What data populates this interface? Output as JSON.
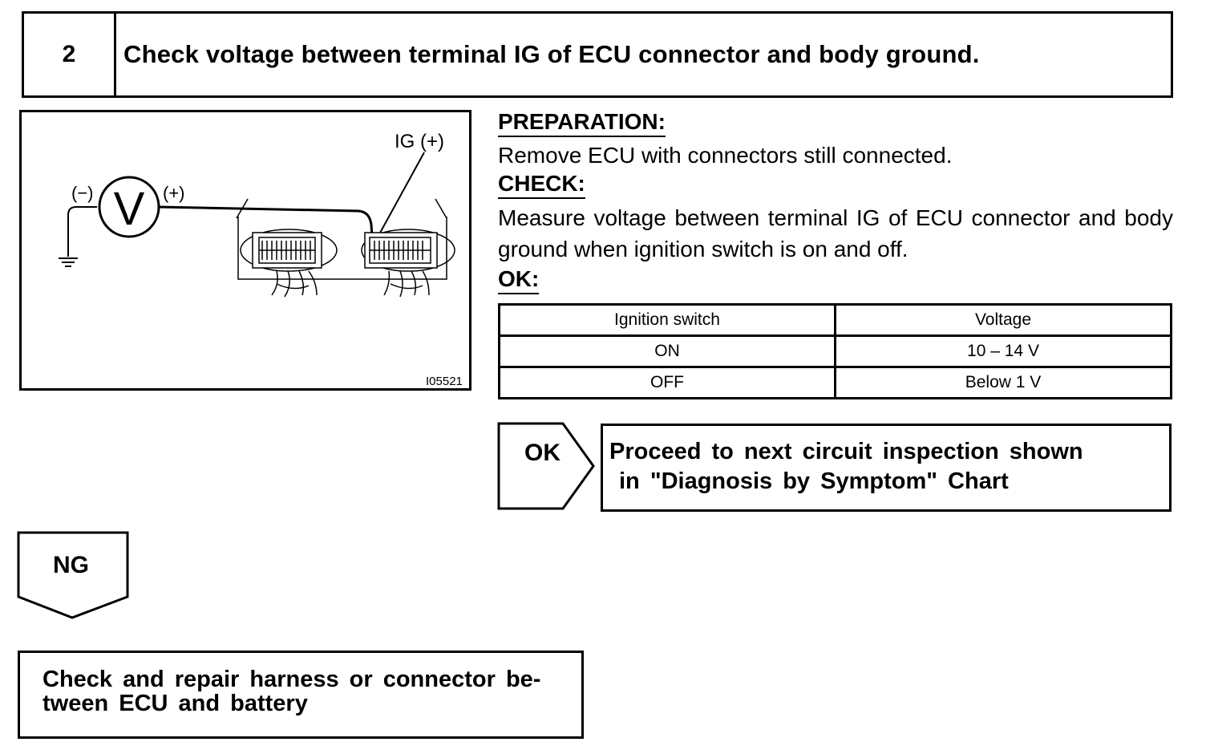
{
  "step": {
    "number": "2",
    "title": "Check voltage between terminal IG of ECU connector and body ground."
  },
  "diagram": {
    "meter_symbol": "V",
    "negative_label": "(−)",
    "positive_label": "(+)",
    "terminal_label": "IG (+)",
    "figure_code": "I05521",
    "icons": [
      "voltmeter-icon",
      "ground-symbol-icon",
      "ecu-connector-icon"
    ]
  },
  "preparation": {
    "heading": "PREPARATION:",
    "text": "Remove ECU with connectors still connected."
  },
  "check": {
    "heading": "CHECK:",
    "text": "Measure voltage between terminal IG of ECU connector and body ground when ignition switch is on and off."
  },
  "ok_spec": {
    "heading": "OK:",
    "columns": [
      "Ignition switch",
      "Voltage"
    ],
    "rows": [
      [
        "ON",
        "10 – 14 V"
      ],
      [
        "OFF",
        "Below 1 V"
      ]
    ]
  },
  "ok_branch": {
    "label": "OK",
    "line1": "Proceed to next circuit inspection shown",
    "line2": "in \"Diagnosis by Symptom\" Chart"
  },
  "ng_branch": {
    "label": "NG",
    "line1": "Check and repair harness or connector be-",
    "line2": "tween ECU and battery"
  }
}
